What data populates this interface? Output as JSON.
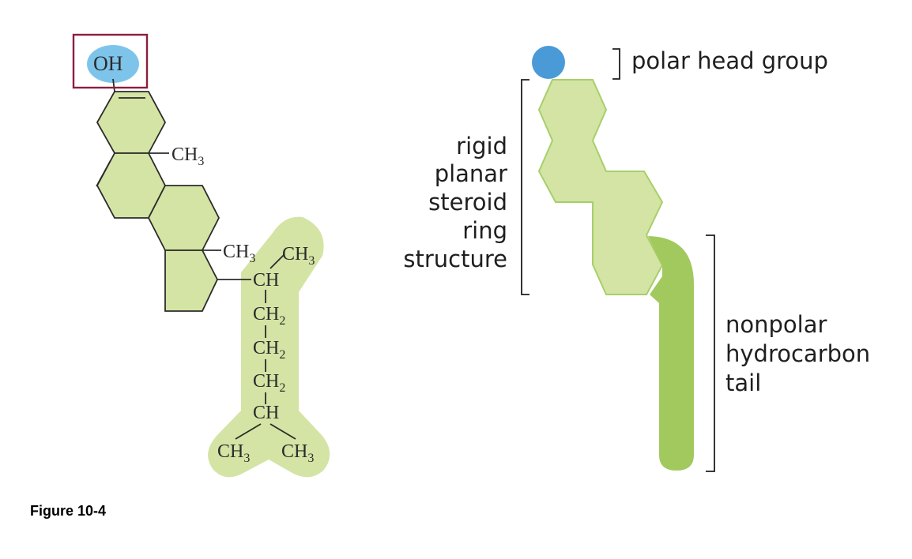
{
  "structural_formula": {
    "oh": "OH",
    "methyl_ring_a": {
      "main": "CH",
      "sub": "3"
    },
    "methyl_ring_c": {
      "main": "CH",
      "sub": "3"
    },
    "side_chain": {
      "methyl_top": {
        "main": "CH",
        "sub": "3"
      },
      "ch": "CH",
      "ch2_1": {
        "main": "CH",
        "sub": "2"
      },
      "ch2_2": {
        "main": "CH",
        "sub": "2"
      },
      "ch2_3": {
        "main": "CH",
        "sub": "2"
      },
      "ch_branch": "CH",
      "methyl_left": {
        "main": "CH",
        "sub": "3"
      },
      "methyl_right": {
        "main": "CH",
        "sub": "3"
      }
    }
  },
  "schematic": {
    "polar_head_label": "polar head group",
    "steroid_label_lines": [
      "rigid",
      "planar",
      "steroid",
      "ring",
      "structure"
    ],
    "tail_label_lines": [
      "nonpolar",
      "hydrocarbon",
      "tail"
    ]
  },
  "colors": {
    "head": "#4a9ad8",
    "oh_highlight": "#7ec4ea",
    "ring_fill": "#d4e4a4",
    "tail": "#a2c95e",
    "box": "#8b1e3f"
  },
  "caption": "Figure 10-4"
}
